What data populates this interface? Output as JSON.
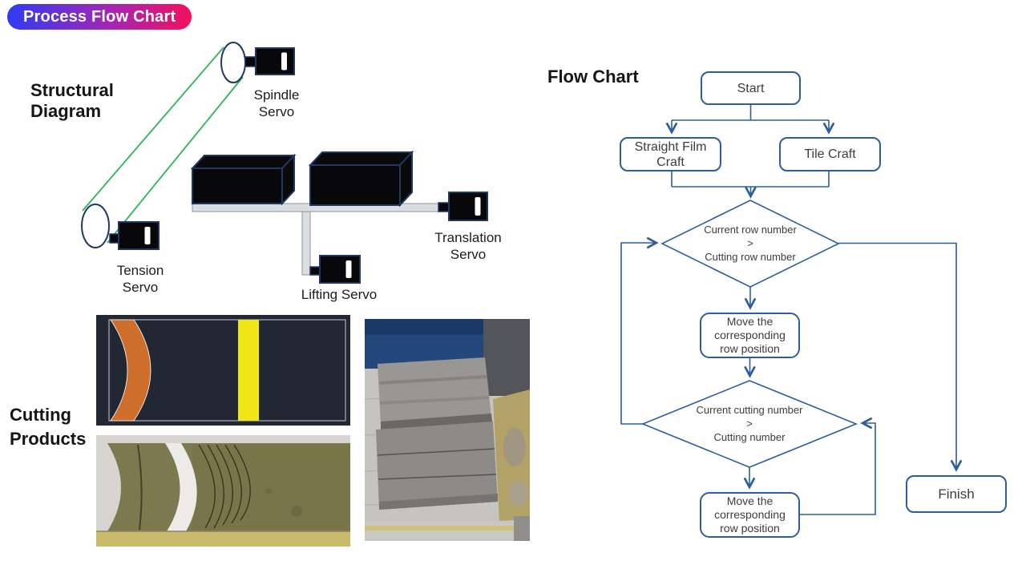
{
  "badge": {
    "label": "Process Flow Chart"
  },
  "structural": {
    "title": "Structural\nDiagram",
    "labels": {
      "spindle": "Spindle\nServo",
      "tension": "Tension\nServo",
      "lifting": "Lifting Servo",
      "translation": "Translation\nServo"
    }
  },
  "cutting": {
    "title": "Cutting\nProducts"
  },
  "flowchart": {
    "title": "Flow Chart",
    "nodes": {
      "start": "Start",
      "straight_film": "Straight Film\nCraft",
      "tile": "Tile Craft",
      "decision_row": "Current row number\n>\nCutting row number",
      "move_row": "Move the\ncorresponding\nrow position",
      "decision_cut": "Current cutting number\n>\nCutting number",
      "move_cut": "Move the\ncorresponding\nrow position",
      "finish": "Finish"
    }
  },
  "colors": {
    "badge_gradient_from": "#2e3cf2",
    "badge_gradient_mid": "#a326b5",
    "badge_gradient_to": "#f2115e",
    "flow_line_blue": "#2d5d9b",
    "servo_outline_navy": "#1f3864",
    "belt_green": "#2eb35a",
    "cad_background": "#222833",
    "crescent_orange": "#cd6e2d",
    "stripe_yellow": "#f0e61a"
  }
}
